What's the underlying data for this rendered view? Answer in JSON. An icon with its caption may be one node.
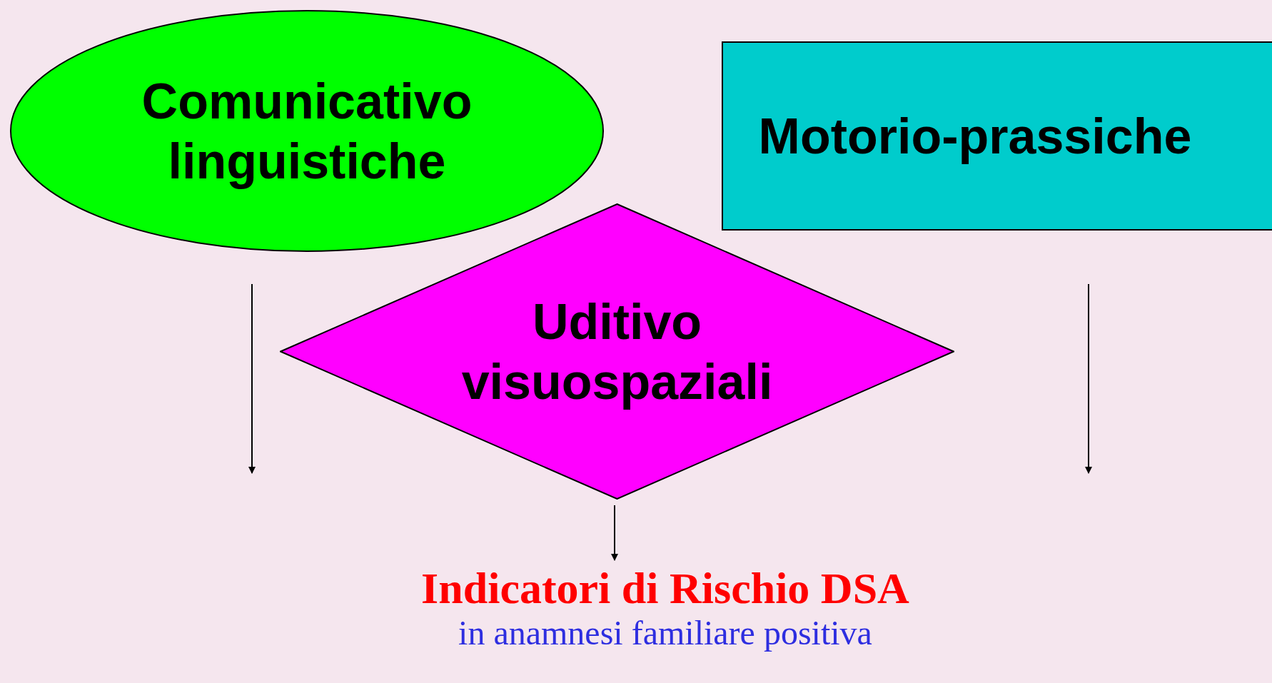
{
  "diagram": {
    "nodes": [
      {
        "text": [
          "Comunicativo linguistiche"
        ]
      },
      {
        "text": [
          "Motorio-prassiche"
        ]
      },
      {
        "text": [
          "Uditivo visuospaziali"
        ]
      },
      {
        "text": [
          "Indicatori di Rischio DSA",
          "in anamnesi familiare positiva"
        ]
      }
    ],
    "edges": [
      {
        "from": 0,
        "to": null,
        "arrow": "to"
      },
      {
        "from": 2,
        "to": 3,
        "arrow": "to"
      },
      {
        "from": 1,
        "to": null,
        "arrow": "to"
      }
    ]
  }
}
